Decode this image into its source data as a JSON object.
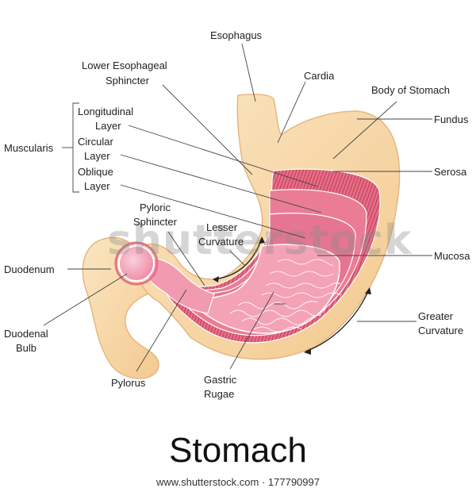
{
  "title": "Stomach",
  "credit": "www.shutterstock.com · 177790997",
  "watermark": "shutterstock",
  "colors": {
    "skin": "#f8ddb0",
    "skin_dark": "#e9b87a",
    "muscle_red": "#e8718a",
    "muscle_stripe": "#c94a64",
    "mucosa_pink": "#f4a2b6",
    "rugae_line": "#ffffff",
    "text": "#222222"
  },
  "labels": {
    "esophagus": "Esophagus",
    "les_line1": "Lower Esophageal",
    "les_line2": "Sphincter",
    "cardia": "Cardia",
    "body_of_stomach": "Body of Stomach",
    "fundus": "Fundus",
    "muscularis": "Muscularis",
    "longitudinal_1": "Longitudinal",
    "longitudinal_2": "Layer",
    "circular_1": "Circular",
    "circular_2": "Layer",
    "oblique_1": "Oblique",
    "oblique_2": "Layer",
    "serosa": "Serosa",
    "pyloric_1": "Pyloric",
    "pyloric_2": "Sphincter",
    "lesser_1": "Lesser",
    "lesser_2": "Curvature",
    "duodenum": "Duodenum",
    "mucosa": "Mucosa",
    "duodenal_1": "Duodenal",
    "duodenal_2": "Bulb",
    "greater_1": "Greater",
    "greater_2": "Curvature",
    "pylorus": "Pylorus",
    "gastric_1": "Gastric",
    "gastric_2": "Rugae"
  }
}
